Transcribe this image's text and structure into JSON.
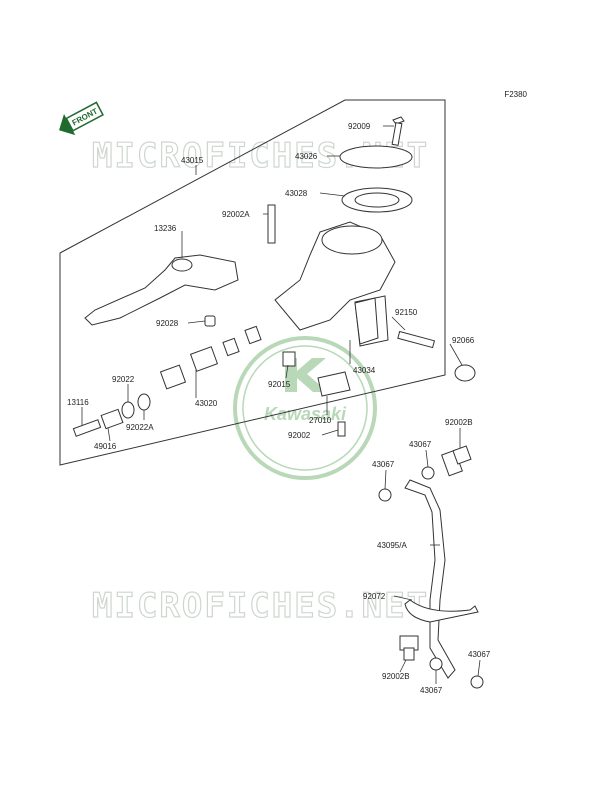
{
  "diagram_code": "F2380",
  "front_label": "FRONT",
  "watermark_text": "MICROFICHES.NET",
  "logo_text": "Kawasaki",
  "colors": {
    "part_fill": "#ffffff",
    "line": "#333333",
    "watermark": "#cfd6cf",
    "logo": "#b8d8b8",
    "front_arrow": "#1f6b2f"
  },
  "parts": [
    {
      "id": "p92009",
      "label": "92009"
    },
    {
      "id": "p43026",
      "label": "43026"
    },
    {
      "id": "p43015",
      "label": "43015"
    },
    {
      "id": "p43028",
      "label": "43028"
    },
    {
      "id": "p92002A",
      "label": "92002A"
    },
    {
      "id": "p13236",
      "label": "13236"
    },
    {
      "id": "p92150",
      "label": "92150"
    },
    {
      "id": "p92066",
      "label": "92066"
    },
    {
      "id": "p92028",
      "label": "92028"
    },
    {
      "id": "p43034",
      "label": "43034"
    },
    {
      "id": "p92015",
      "label": "92015"
    },
    {
      "id": "p92022",
      "label": "92022"
    },
    {
      "id": "p43020",
      "label": "43020"
    },
    {
      "id": "p13116",
      "label": "13116"
    },
    {
      "id": "p92022A",
      "label": "92022A"
    },
    {
      "id": "p27010",
      "label": "27010"
    },
    {
      "id": "p92002",
      "label": "92002"
    },
    {
      "id": "p49016",
      "label": "49016"
    },
    {
      "id": "p92002B_top",
      "label": "92002B"
    },
    {
      "id": "p43067_a",
      "label": "43067"
    },
    {
      "id": "p43067_b",
      "label": "43067"
    },
    {
      "id": "p43095A",
      "label": "43095/A"
    },
    {
      "id": "p92072",
      "label": "92072"
    },
    {
      "id": "p92002B_bot",
      "label": "92002B"
    },
    {
      "id": "p43067_c",
      "label": "43067"
    },
    {
      "id": "p43067_d",
      "label": "43067"
    }
  ]
}
